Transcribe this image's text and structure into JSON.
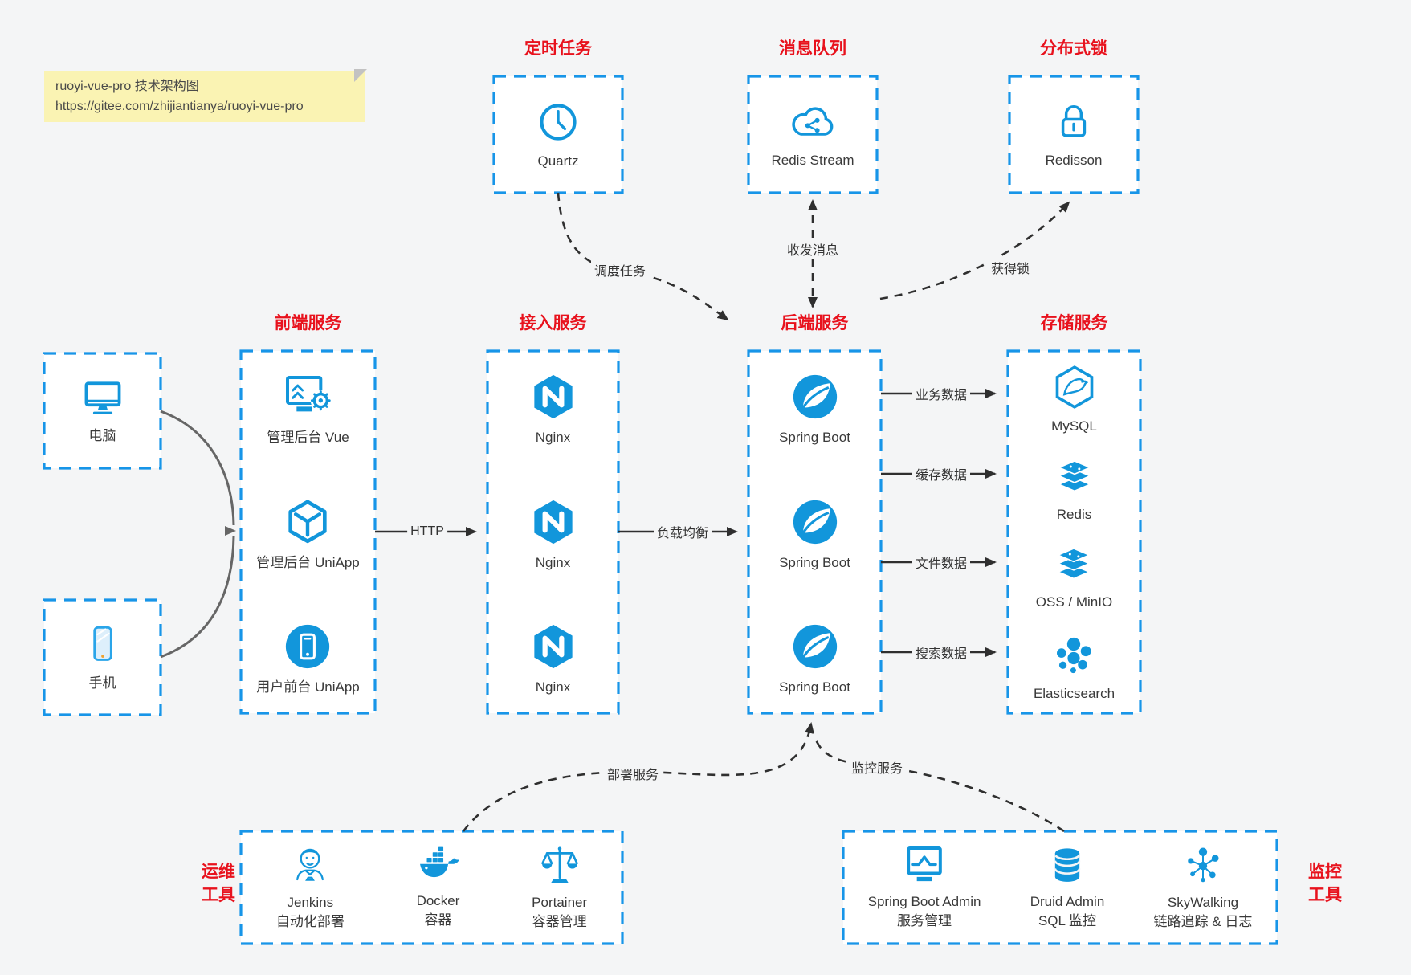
{
  "note": {
    "line1": "ruoyi-vue-pro 技术架构图",
    "line2": "https://gitee.com/zhijiantianya/ruoyi-vue-pro"
  },
  "colors": {
    "accent_blue": "#1296db",
    "border_blue": "#1795e8",
    "title_red": "#e8121d",
    "line_dark": "#2f2f2f",
    "client_arrow_gray": "#666666",
    "note_bg": "#faf3b3",
    "page_bg": "#f4f5f6"
  },
  "top_groups": [
    {
      "title": "定时任务",
      "item": {
        "icon": "clock-icon",
        "label": "Quartz"
      }
    },
    {
      "title": "消息队列",
      "item": {
        "icon": "cloud-share-icon",
        "label": "Redis Stream"
      }
    },
    {
      "title": "分布式锁",
      "item": {
        "icon": "lock-icon",
        "label": "Redisson"
      }
    }
  ],
  "clients": [
    {
      "icon": "desktop-icon",
      "label": "电脑"
    },
    {
      "icon": "mobile-icon",
      "label": "手机"
    }
  ],
  "columns": [
    {
      "title": "前端服务",
      "items": [
        {
          "icon": "admin-vue-icon",
          "label": "管理后台 Vue"
        },
        {
          "icon": "uniapp-cube-icon",
          "label": "管理后台 UniApp"
        },
        {
          "icon": "user-app-icon",
          "label": "用户前台 UniApp"
        }
      ]
    },
    {
      "title": "接入服务",
      "items": [
        {
          "icon": "nginx-icon",
          "label": "Nginx"
        },
        {
          "icon": "nginx-icon",
          "label": "Nginx"
        },
        {
          "icon": "nginx-icon",
          "label": "Nginx"
        }
      ]
    },
    {
      "title": "后端服务",
      "items": [
        {
          "icon": "spring-boot-icon",
          "label": "Spring Boot"
        },
        {
          "icon": "spring-boot-icon",
          "label": "Spring Boot"
        },
        {
          "icon": "spring-boot-icon",
          "label": "Spring Boot"
        }
      ]
    },
    {
      "title": "存储服务",
      "items": [
        {
          "icon": "mysql-icon",
          "label": "MySQL"
        },
        {
          "icon": "redis-stack-icon",
          "label": "Redis"
        },
        {
          "icon": "storage-stack-icon",
          "label": "OSS / MinIO"
        },
        {
          "icon": "elasticsearch-icon",
          "label": "Elasticsearch"
        }
      ]
    }
  ],
  "bottom_groups": [
    {
      "title_lines": [
        "运维",
        "工具"
      ],
      "items": [
        {
          "icon": "jenkins-icon",
          "label": "Jenkins",
          "sublabel": "自动化部署"
        },
        {
          "icon": "docker-icon",
          "label": "Docker",
          "sublabel": "容器"
        },
        {
          "icon": "portainer-icon",
          "label": "Portainer",
          "sublabel": "容器管理"
        }
      ]
    },
    {
      "title_lines": [
        "监控",
        "工具"
      ],
      "items": [
        {
          "icon": "spring-boot-admin-icon",
          "label": "Spring Boot Admin",
          "sublabel": "服务管理"
        },
        {
          "icon": "druid-icon",
          "label": "Druid Admin",
          "sublabel": "SQL 监控"
        },
        {
          "icon": "skywalking-icon",
          "label": "SkyWalking",
          "sublabel": "链路追踪 & 日志"
        }
      ]
    }
  ],
  "edge_labels": {
    "http": "HTTP",
    "load_balance": "负载均衡",
    "schedule": "调度任务",
    "mq": "收发消息",
    "lock": "获得锁",
    "biz": "业务数据",
    "cache": "缓存数据",
    "file": "文件数据",
    "search": "搜索数据",
    "deploy": "部署服务",
    "monitor": "监控服务"
  }
}
